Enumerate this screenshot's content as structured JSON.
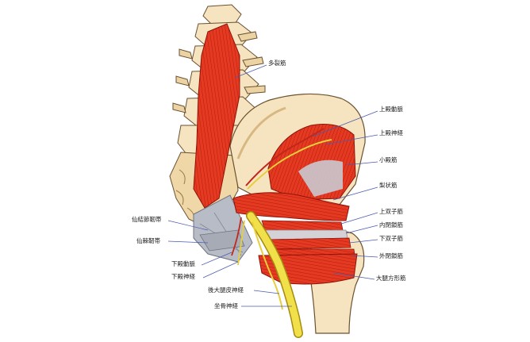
{
  "labels": {
    "multifidus": "多裂筋",
    "superior_gluteal_artery": "上殿動脈",
    "superior_gluteal_nerve": "上殿神経",
    "gluteus_minimus": "小殿筋",
    "piriformis": "梨状筋",
    "superior_gemellus": "上双子筋",
    "obturator_internus": "内閉鎖筋",
    "inferior_gemellus": "下双子筋",
    "obturator_externus": "外閉鎖筋",
    "quadratus_femoris": "大腿方形筋",
    "sacrotuberous_ligament": "仙結節靭帯",
    "sacrospinous_ligament": "仙棘靭帯",
    "inferior_gluteal_artery": "下殿動脈",
    "inferior_gluteal_nerve": "下殿神経",
    "posterior_femoral_cutaneous_nerve": "後大腿皮神経",
    "sciatic_nerve": "坐骨神経"
  },
  "colors": {
    "bone": "#f6e4c0",
    "bone_shadow": "#e2c48f",
    "muscle": "#e8321e",
    "muscle_dark": "#b81c10",
    "ligament": "#b8bcc6",
    "nerve": "#f2e04a",
    "leader": "#4a5ab0"
  }
}
